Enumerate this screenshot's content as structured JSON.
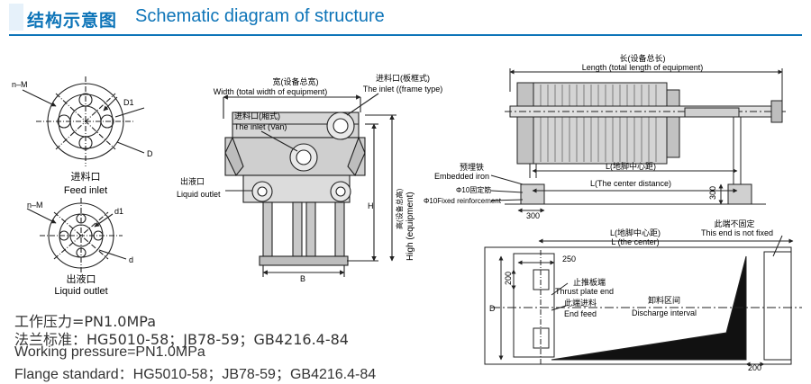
{
  "header": {
    "title_cn": "结构示意图",
    "title_en": "Schematic diagram of structure"
  },
  "feed_inlet": {
    "n_m": "n–M",
    "d1": "D1",
    "d": "D",
    "label_cn": "进料口",
    "label_en": "Feed inlet"
  },
  "liquid_outlet": {
    "n_m": "n–M",
    "d1": "d1",
    "d": "d",
    "label_cn": "出液口",
    "label_en": "Liquid outlet"
  },
  "front_view": {
    "width_cn": "宽(设备总宽)",
    "width_en": "Width (total width of equipment)",
    "frame_inlet_cn": "进料口(板框式)",
    "frame_inlet_en": "The inlet ((frame type)",
    "van_inlet_cn": "进料口(厢式)",
    "van_inlet_en": "The inlet (Van)",
    "outlet_cn": "出液口",
    "outlet_en": "Liquid outlet",
    "h": "H",
    "b": "B",
    "high_cn": "高(设备总高)",
    "high_en": "High (equipment)"
  },
  "side_view": {
    "length_cn": "长(设备总长)",
    "length_en": "Length (total length of equipment)",
    "embedded_cn": "预埋铁",
    "embedded_en": "Embedded iron",
    "rebar_cn": "Φ10固定筋",
    "rebar_en": "Φ10Fixed reinforcement",
    "center_cn": "L(地脚中心距)",
    "center_en": "L(The center distance)",
    "dim_300a": "300",
    "dim_300b": "300"
  },
  "plan_view": {
    "center_cn": "L(地脚中心距)",
    "center_en": "L (the center)",
    "not_fixed_cn": "此端不固定",
    "not_fixed_en": "This end is not fixed",
    "dim_250": "250",
    "dim_200a": "200",
    "dim_200b": "200",
    "d": "D",
    "thrust_cn": "止推板端",
    "thrust_en": "Thrust plate end",
    "feed_cn": "此端进料",
    "feed_en": "End feed",
    "discharge_cn": "卸料区间",
    "discharge_en": "Discharge interval"
  },
  "specs": {
    "pressure_cn": "工作压力=PN1.0MPa",
    "flange_cn": "法兰标准：HG5010-58；JB78-59；GB4216.4-84",
    "pressure_en": "Working pressure=PN1.0MPa",
    "flange_en": "Flange standard：HG5010-58；JB78-59；GB4216.4-84"
  },
  "colors": {
    "accent": "#0d74b8",
    "line": "#222222",
    "body_fill": "#c8c8c8",
    "dark_fill": "#111111"
  }
}
